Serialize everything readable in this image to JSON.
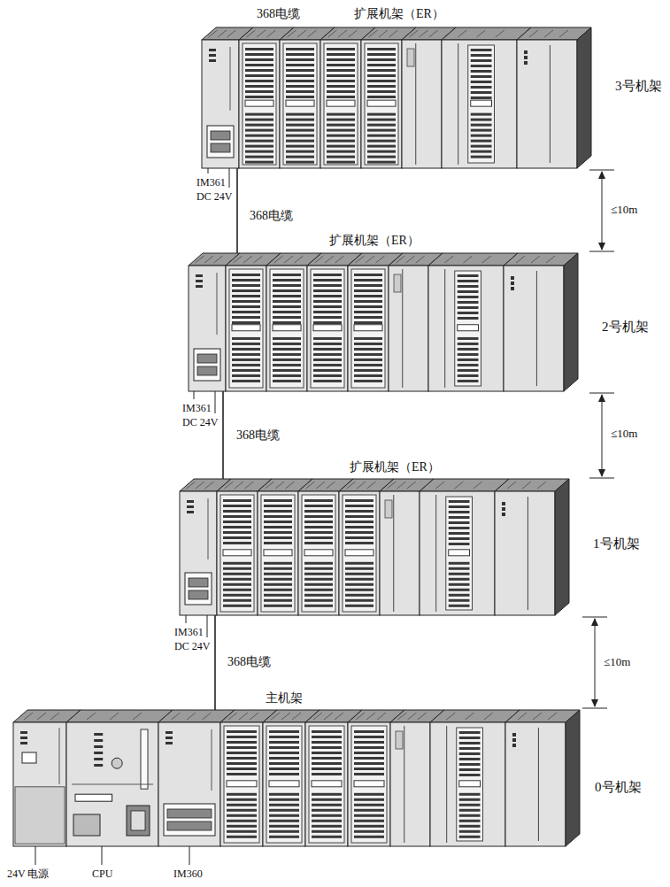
{
  "diagram": {
    "nodes": [
      {
        "text": [
          "扩展机架（ER）",
          "3号机架"
        ]
      },
      {
        "text": [
          "扩展机架（ER）",
          "2号机架"
        ]
      },
      {
        "text": [
          "扩展机架（ER）",
          "1号机架"
        ]
      },
      {
        "text": [
          "主机架",
          "0号机架"
        ]
      }
    ],
    "edges": [
      {
        "from": 1,
        "to": 0,
        "arrow": "none",
        "label": "368电缆"
      },
      {
        "from": 2,
        "to": 1,
        "arrow": "none",
        "label": "368电缆"
      },
      {
        "from": 3,
        "to": 2,
        "arrow": "none",
        "label": "368电缆"
      }
    ],
    "labels": [
      "368电缆",
      "IM361",
      "DC 24V",
      "≤10m",
      "IM361",
      "DC 24V",
      "≤10m",
      "IM361",
      "DC 24V",
      "≤10m",
      "24V 电源",
      "CPU",
      "IM360"
    ]
  }
}
